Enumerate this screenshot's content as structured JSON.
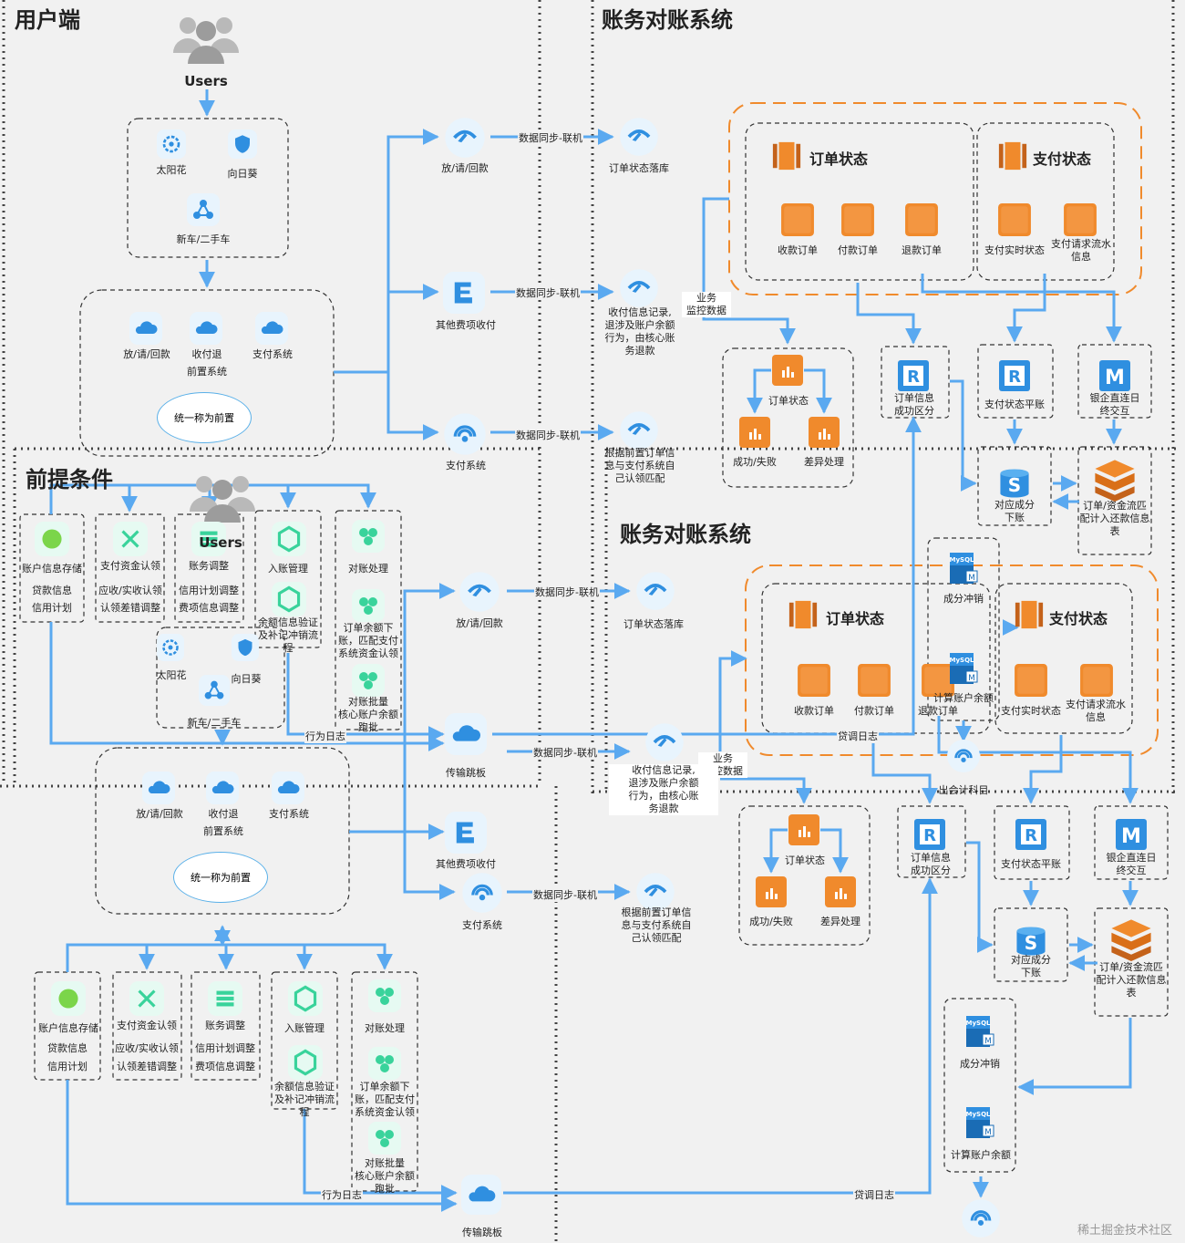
{
  "regions": {
    "user_side": "用户端",
    "reconciliation_top": "账务对账系统",
    "prerequisites": "前提条件",
    "reconciliation_bottom": "账务对账系统"
  },
  "users": {
    "label": "Users",
    "label_overlay": "Users"
  },
  "apps": {
    "sunflower_a": "太阳花",
    "sunflower_b": "向日葵",
    "car": "新车/二手车"
  },
  "front": {
    "loan": "放/请/回款",
    "collect_line1": "收付退",
    "collect_line2": "前置系统",
    "pay": "支付系统",
    "unified": "统一称为前置"
  },
  "mid": {
    "loan": "放/请/回款",
    "other_fee": "其他费项收付",
    "pay": "支付系统",
    "transfer": "传输跳板"
  },
  "edges": {
    "sync1": "数据同步-联机",
    "sync2": "数据同步-联机",
    "sync3": "数据同步-联机",
    "business_l1": "业务",
    "business_l2": "监控数据",
    "behavior_log": "行为日志",
    "loan_log": "贷调日志"
  },
  "right": {
    "order_landing": "订单状态落库",
    "record_l1": "收付信息记录,",
    "record_l2": "退涉及账户余额",
    "record_l3": "行为，由核心账",
    "record_l4": "务退款",
    "match_l1": "根据前置订单信",
    "match_l2": "息与支付系统自",
    "match_l3": "己认领匹配"
  },
  "status": {
    "order_state": "订单状态",
    "pay_state": "支付状态",
    "receive_order": "收款订单",
    "pay_order": "付款订单",
    "refund_order": "退款订单",
    "pay_realtime": "支付实时状态",
    "pay_req_l1": "支付请求流水",
    "pay_req_l2": "信息"
  },
  "process": {
    "order_state": "订单状态",
    "success_fail": "成功/失败",
    "diff_handle": "差异处理",
    "order_region_l1": "订单信息",
    "order_region_l2": "成功区分",
    "pay_balance": "支付状态平账",
    "bank_l1": "银企直连日",
    "bank_l2": "终交互",
    "split_l1": "对应成分",
    "split_l2": "下账",
    "fund_l1": "订单/资金流匹",
    "fund_l2": "配计入还款信息",
    "fund_l3": "表"
  },
  "db": {
    "offset": "成分冲销",
    "calc_balance": "计算账户余额",
    "offset_subject": "出会计科目"
  },
  "prereq": {
    "account_store": "账户信息存储",
    "loan_info": "贷款信息",
    "credit_plan": "信用计划",
    "pay_confirm": "支付资金认领",
    "receivable": "应收/实收认领",
    "claim_adjust": "认领差错调整",
    "account_adjust": "账务调整",
    "credit_adjust": "信用计划调整",
    "fee_adjust": "费项信息调整",
    "entry_mgmt": "入账管理",
    "balance_verify_l1": "余额信息验证",
    "balance_verify_l2": "及补记冲销流",
    "balance_verify_l3": "程",
    "recon_handle": "对账处理",
    "order_bal_l1": "订单余额下",
    "order_bal_l2": "账，匹配支付",
    "order_bal_l3": "系统资金认领",
    "batch_l1": "对账批量",
    "batch_l2": "核心账户余额",
    "batch_l3": "跑批"
  },
  "mysql": "MySQL",
  "watermark": "稀土掘金技术社区",
  "colors": {
    "arrow": "#5aa9f0",
    "orange": "#f08a2c",
    "dash": "#444444",
    "icon_blue": "#2f8fe0",
    "icon_green": "#39d39b"
  }
}
